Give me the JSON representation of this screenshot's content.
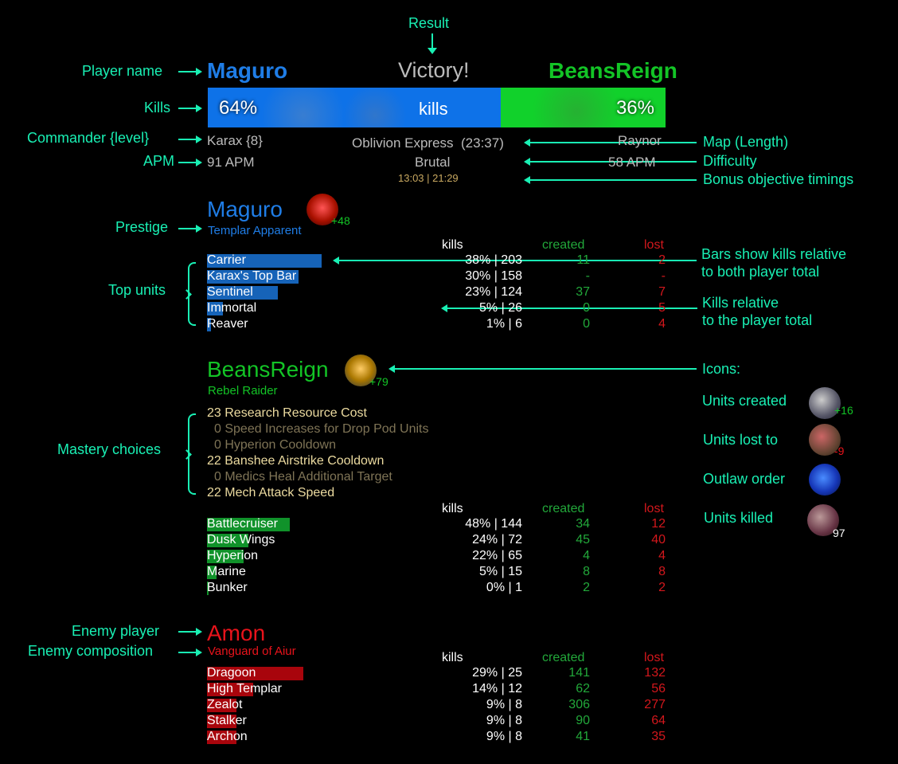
{
  "annotations": {
    "result": "Result",
    "player_name": "Player name",
    "kills": "Kills",
    "commander": "Commander {level}",
    "apm": "APM",
    "prestige": "Prestige",
    "top_units": "Top units",
    "mastery": "Mastery choices",
    "enemy_player": "Enemy player",
    "enemy_comp": "Enemy composition",
    "map": "Map (Length)",
    "difficulty": "Difficulty",
    "bonus": "Bonus objective timings",
    "bars_total_1": "Bars show kills relative",
    "bars_total_2": "to both player total",
    "kills_rel_1": "Kills relative",
    "kills_rel_2": "to the player total",
    "icons": "Icons:",
    "units_created": "Units created",
    "units_lost": "Units lost to",
    "outlaw": "Outlaw order",
    "units_killed": "Units killed"
  },
  "legend_icons": {
    "created_value": "+16",
    "lost_value": "-9",
    "killed_value": "97"
  },
  "header": {
    "player1": "Maguro",
    "player2": "BeansReign",
    "result": "Victory!",
    "kills_label": "kills",
    "p1_pct": "64%",
    "p2_pct": "36%",
    "p1_fraction": 0.64,
    "p1_commander": "Karax {8}",
    "p2_commander": "Raynor",
    "p1_apm": "91 APM",
    "p2_apm": "58 APM",
    "map": "Oblivion Express  (23:37)",
    "difficulty": "Brutal",
    "bonus_timings": "13:03 | 21:29",
    "colors": {
      "p1": "#1f7de6",
      "p2": "#13c426",
      "enemy": "#e8131b"
    }
  },
  "column_headers": {
    "kills": "kills",
    "created": "created",
    "lost": "lost"
  },
  "player1": {
    "name": "Maguro",
    "prestige": "Templar Apparent",
    "prestige_icon_value": "+48",
    "units": [
      {
        "name": "Carrier",
        "kills": "38% | 203",
        "created": "11",
        "lost": "2",
        "bar": 0.25
      },
      {
        "name": "Karax's Top Bar",
        "kills": "30% | 158",
        "created": "-",
        "lost": "-",
        "bar": 0.2
      },
      {
        "name": "Sentinel",
        "kills": "23% | 124",
        "created": "37",
        "lost": "7",
        "bar": 0.155
      },
      {
        "name": "Immortal",
        "kills": "5% | 26",
        "created": "0",
        "lost": "5",
        "bar": 0.035
      },
      {
        "name": "Reaver",
        "kills": "1% | 6",
        "created": "0",
        "lost": "4",
        "bar": 0.008
      }
    ]
  },
  "player2": {
    "name": "BeansReign",
    "prestige": "Rebel Raider",
    "prestige_icon_value": "+79",
    "masteries": [
      {
        "text": "23 Research Resource Cost",
        "active": true
      },
      {
        "text": "0 Speed Increases for Drop Pod Units",
        "active": false
      },
      {
        "text": "0 Hyperion Cooldown",
        "active": false
      },
      {
        "text": "22 Banshee Airstrike Cooldown",
        "active": true
      },
      {
        "text": "0 Medics Heal Additional Target",
        "active": false
      },
      {
        "text": "22 Mech Attack Speed",
        "active": true
      }
    ],
    "units": [
      {
        "name": "Battlecruiser",
        "kills": "48% | 144",
        "created": "34",
        "lost": "12",
        "bar": 0.18
      },
      {
        "name": "Dusk Wings",
        "kills": "24% | 72",
        "created": "45",
        "lost": "40",
        "bar": 0.09
      },
      {
        "name": "Hyperion",
        "kills": "22% | 65",
        "created": "4",
        "lost": "4",
        "bar": 0.08
      },
      {
        "name": "Marine",
        "kills": "5% | 15",
        "created": "8",
        "lost": "8",
        "bar": 0.02
      },
      {
        "name": "Bunker",
        "kills": "0% | 1",
        "created": "2",
        "lost": "2",
        "bar": 0.003
      }
    ]
  },
  "enemy": {
    "name": "Amon",
    "composition": "Vanguard of Aiur",
    "units": [
      {
        "name": "Dragoon",
        "kills": "29% | 25",
        "created": "141",
        "lost": "132",
        "bar": 0.21
      },
      {
        "name": "High Templar",
        "kills": "14% | 12",
        "created": "62",
        "lost": "56",
        "bar": 0.1
      },
      {
        "name": "Zealot",
        "kills": "9% | 8",
        "created": "306",
        "lost": "277",
        "bar": 0.065
      },
      {
        "name": "Stalker",
        "kills": "9% | 8",
        "created": "90",
        "lost": "64",
        "bar": 0.065
      },
      {
        "name": "Archon",
        "kills": "9% | 8",
        "created": "41",
        "lost": "35",
        "bar": 0.065
      }
    ]
  }
}
